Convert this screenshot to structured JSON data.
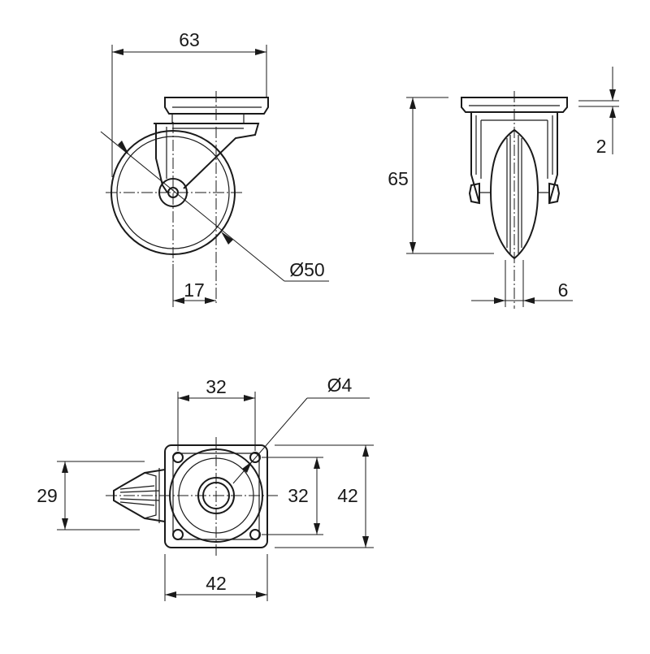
{
  "drawing": {
    "side_view": {
      "width_dim": "63",
      "offset_dim": "17",
      "wheel_diameter_dim": "Ø50"
    },
    "front_view": {
      "height_dim": "65",
      "plate_thickness_dim": "2",
      "tread_width_dim": "6"
    },
    "top_view": {
      "hole_spacing_x_dim": "32",
      "hole_diameter_dim": "Ø4",
      "hole_spacing_y_dim": "32",
      "plate_height_dim": "42",
      "plate_width_dim": "42",
      "brake_height_dim": "29"
    }
  }
}
